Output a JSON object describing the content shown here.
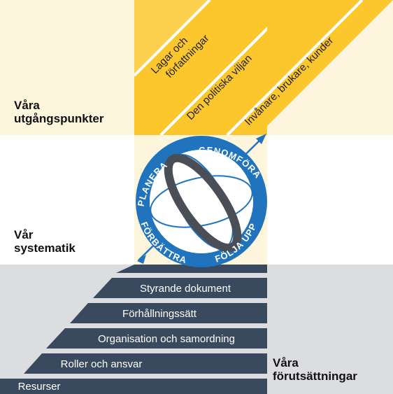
{
  "colors": {
    "cream": "#fdf6dd",
    "gold": "#fcc72c",
    "slate": "#3a4a5e",
    "grey_panel": "#dcdde0",
    "blue": "#1f74bd"
  },
  "sections": {
    "top_label_1": "Våra",
    "top_label_2": "utgångspunkter",
    "mid_label_1": "Vår",
    "mid_label_2": "systematik",
    "bot_label_1": "Våra",
    "bot_label_2": "förutsättningar"
  },
  "utgangspunkter": {
    "item1_line1": "Lagar och",
    "item1_line2": "författningar",
    "item2": "Den politiska viljan",
    "item3": "Invånare, brukare, kunder"
  },
  "cycle": {
    "planera": "PLANERA",
    "genomfora": "GENOMFÖRA",
    "folja_upp": "FÖLJA UPP",
    "forbattra": "FÖRBÄTTRA"
  },
  "forutsattningar": [
    "Styrande dokument",
    "Förhållningssätt",
    "Organisation och samordning",
    "Roller och ansvar",
    "Resurser"
  ]
}
